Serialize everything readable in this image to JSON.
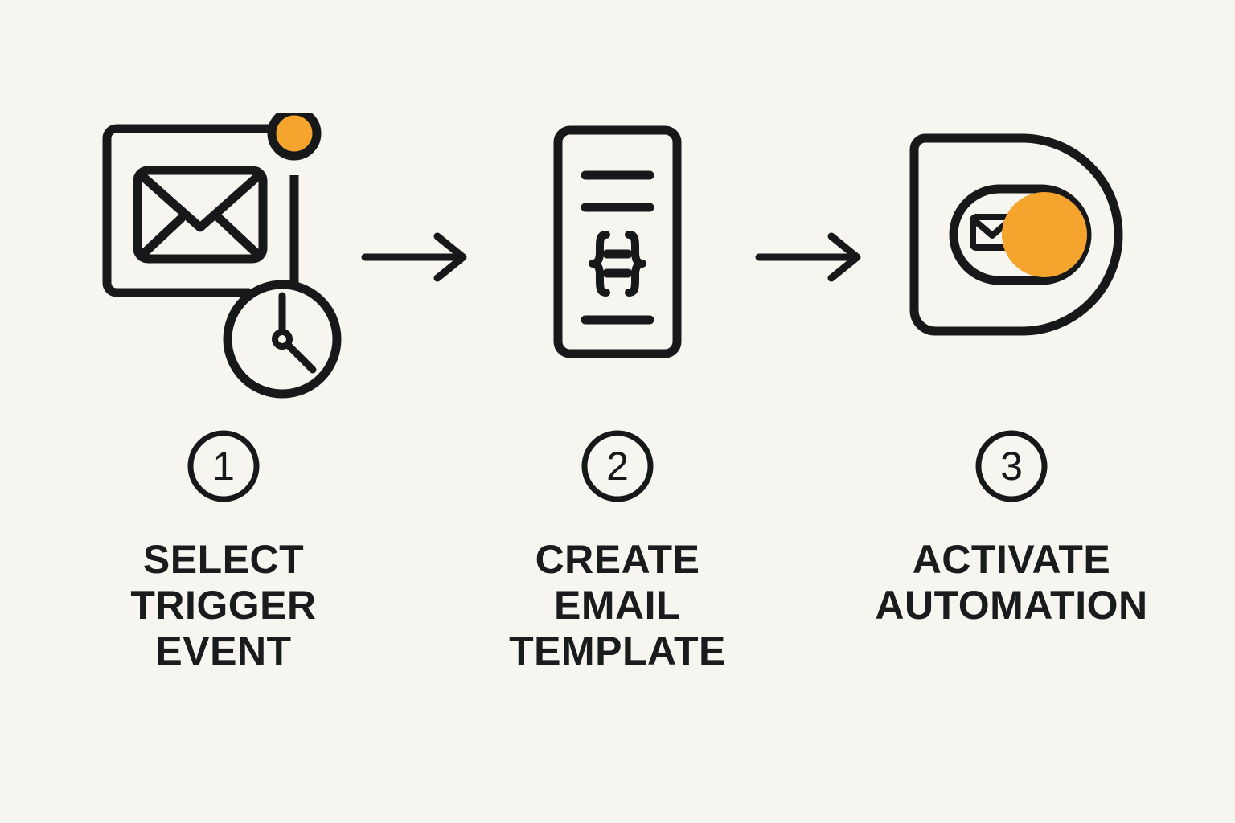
{
  "theme": {
    "background": "#f7f5ef",
    "ink": "#17181a",
    "accent": "#f5a52e"
  },
  "diagram": {
    "type": "process-flow",
    "orientation": "horizontal",
    "step_count": 3,
    "connector": "arrow-right"
  },
  "steps": [
    {
      "number": "1",
      "label": "SELECT\nTRIGGER\nEVENT",
      "icon_name": "email-trigger-icon",
      "icon_parts": [
        "rounded-square-frame",
        "envelope",
        "orange-dot",
        "connector-line",
        "clock"
      ]
    },
    {
      "number": "2",
      "label": "CREATE\nEMAIL\nTEMPLATE",
      "icon_name": "code-document-icon",
      "icon_parts": [
        "document-page",
        "text-line",
        "text-line",
        "curly-braces",
        "equals-sign",
        "text-line"
      ]
    },
    {
      "number": "3",
      "label": "ACTIVATE\nAUTOMATION",
      "icon_name": "automation-toggle-icon",
      "icon_parts": [
        "rounded-d-shape",
        "toggle-pill",
        "envelope-small",
        "orange-toggle-knob"
      ]
    }
  ],
  "arrows": [
    {
      "name": "arrow-step1-to-step2"
    },
    {
      "name": "arrow-step2-to-step3"
    }
  ]
}
